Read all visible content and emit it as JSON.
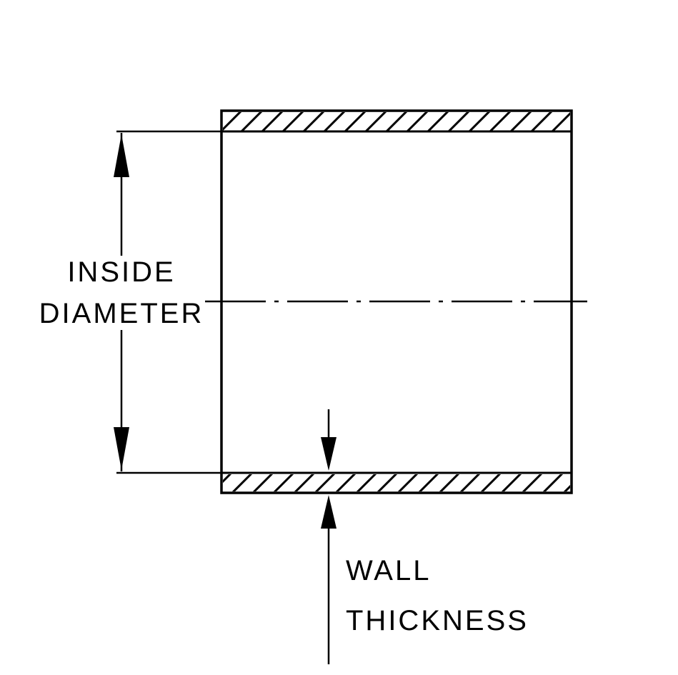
{
  "diagram": {
    "kind": "technical cross-section drawing of a tube / hose coupler",
    "labels": {
      "inside_diameter_line1": "INSIDE",
      "inside_diameter_line2": "DIAMETER",
      "wall_thickness_line1": "WALL",
      "wall_thickness_line2": "THICKNESS"
    },
    "colors": {
      "line": "#000000",
      "background": "#ffffff"
    }
  }
}
